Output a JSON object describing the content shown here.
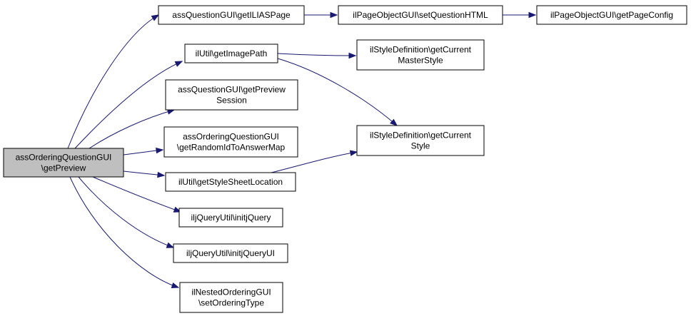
{
  "graph": {
    "nodes": [
      {
        "id": "root",
        "lines": [
          "assOrderingQuestionGUI",
          "\\getPreview"
        ],
        "highlighted": true
      },
      {
        "id": "getILIASPage",
        "lines": [
          "assQuestionGUI\\getILIASPage"
        ]
      },
      {
        "id": "setQuestionHTML",
        "lines": [
          "ilPageObjectGUI\\setQuestionHTML"
        ]
      },
      {
        "id": "getPageConfig",
        "lines": [
          "ilPageObjectGUI\\getPageConfig"
        ]
      },
      {
        "id": "getImagePath",
        "lines": [
          "ilUtil\\getImagePath"
        ]
      },
      {
        "id": "getCurrentMasterStyle",
        "lines": [
          "ilStyleDefinition\\getCurrent",
          "MasterStyle"
        ]
      },
      {
        "id": "getPreviewSession",
        "lines": [
          "assQuestionGUI\\getPreview",
          "Session"
        ]
      },
      {
        "id": "getRandomIdToAnswerMap",
        "lines": [
          "assOrderingQuestionGUI",
          "\\getRandomIdToAnswerMap"
        ]
      },
      {
        "id": "getCurrentStyle",
        "lines": [
          "ilStyleDefinition\\getCurrent",
          "Style"
        ]
      },
      {
        "id": "getStyleSheetLocation",
        "lines": [
          "ilUtil\\getStyleSheetLocation"
        ]
      },
      {
        "id": "initjQuery",
        "lines": [
          "iljQueryUtil\\initjQuery"
        ]
      },
      {
        "id": "initjQueryUI",
        "lines": [
          "iljQueryUtil\\initjQueryUI"
        ]
      },
      {
        "id": "setOrderingType",
        "lines": [
          "ilNestedOrderingGUI",
          "\\setOrderingType"
        ]
      }
    ],
    "edges": [
      {
        "from": "root",
        "to": "getILIASPage"
      },
      {
        "from": "root",
        "to": "getImagePath"
      },
      {
        "from": "root",
        "to": "getPreviewSession"
      },
      {
        "from": "root",
        "to": "getRandomIdToAnswerMap"
      },
      {
        "from": "root",
        "to": "getStyleSheetLocation"
      },
      {
        "from": "root",
        "to": "initjQuery"
      },
      {
        "from": "root",
        "to": "initjQueryUI"
      },
      {
        "from": "root",
        "to": "setOrderingType"
      },
      {
        "from": "getILIASPage",
        "to": "setQuestionHTML"
      },
      {
        "from": "setQuestionHTML",
        "to": "getPageConfig"
      },
      {
        "from": "getImagePath",
        "to": "getCurrentMasterStyle"
      },
      {
        "from": "getImagePath",
        "to": "getCurrentStyle"
      },
      {
        "from": "getStyleSheetLocation",
        "to": "getCurrentStyle"
      }
    ],
    "colors": {
      "edge": "#191970",
      "node_fill": "#ffffff",
      "root_fill": "#bfbfbf",
      "border": "#000000"
    }
  }
}
